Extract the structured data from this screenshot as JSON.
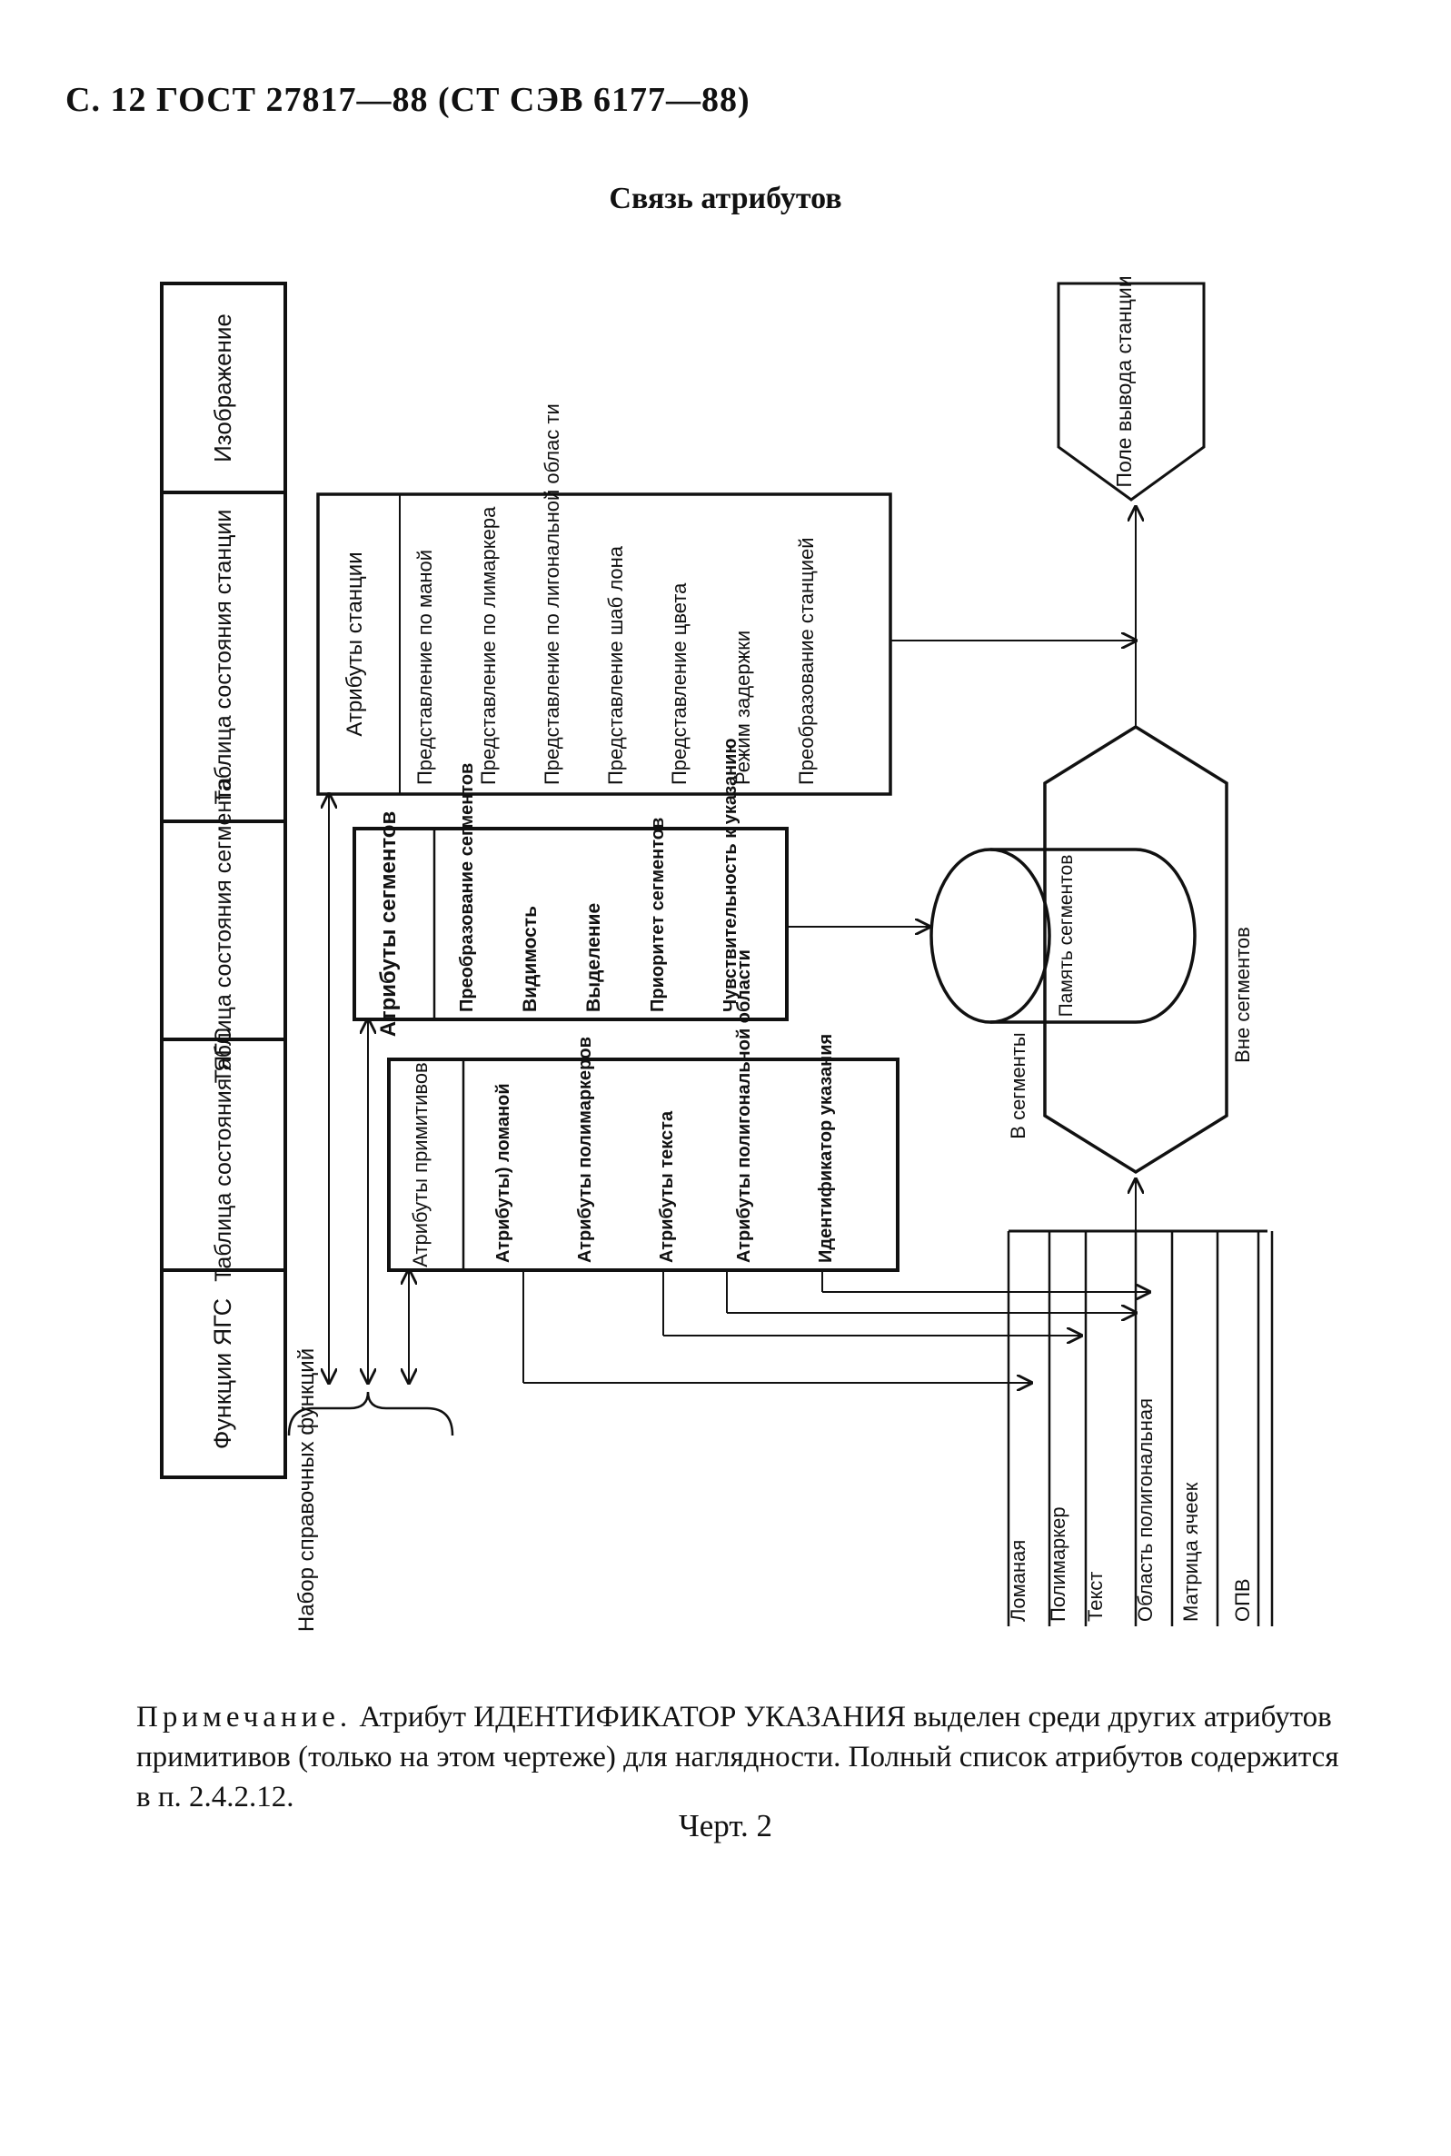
{
  "header": "С. 12 ГОСТ 27817—88 (СТ СЭВ 6177—88)",
  "title": "Связь атрибутов",
  "left_column": [
    "Изображение",
    "Таблица состояния станции",
    "Таблица состояния сегмента",
    "Таблица состояния ЯГС",
    "Функции ЯГС"
  ],
  "workstation_attrs": {
    "title": "Атрибуты станции",
    "items": [
      "Представление по маной",
      "Представление по лимаркера",
      "Представление по лигональной облас ти",
      "Представление шаб лона",
      "Представление цвета",
      "Режим задержки",
      "Преобразование станцией"
    ]
  },
  "segment_attrs": {
    "title": "Атрибуты сегментов",
    "items": [
      "Преобразование сегментов",
      "Видимость",
      "Выделение",
      "Приоритет сегментов",
      "Чувствительность к указанию"
    ]
  },
  "primitive_attrs": {
    "title": "Атрибуты примитивов",
    "items": [
      "Атрибуты) ломаной",
      "Атрибуты полимаркеров",
      "Атрибуты текста",
      "Атрибуты полигональной области",
      "Идентификатор указания"
    ]
  },
  "output_field": "Поле вывода станции",
  "segment_storage": "Память сегментов",
  "into_segments": "В сегменты",
  "outside_segments": "Вне сегментов",
  "reference_set": "Набор справочных функций",
  "primitives": [
    "Ломаная",
    "Полимаркер",
    "Текст",
    "Область полигональная",
    "Матрица ячеек",
    "ОПВ"
  ],
  "note": {
    "label": "Примечание.",
    "text": "Атрибут ИДЕНТИФИКАТОР УКАЗАНИЯ выделен среди других атрибутов примитивов (только на этом чертеже) для наглядности. Полный список атрибутов содержится в п. 2.4.2.12."
  },
  "caption": "Черт. 2"
}
